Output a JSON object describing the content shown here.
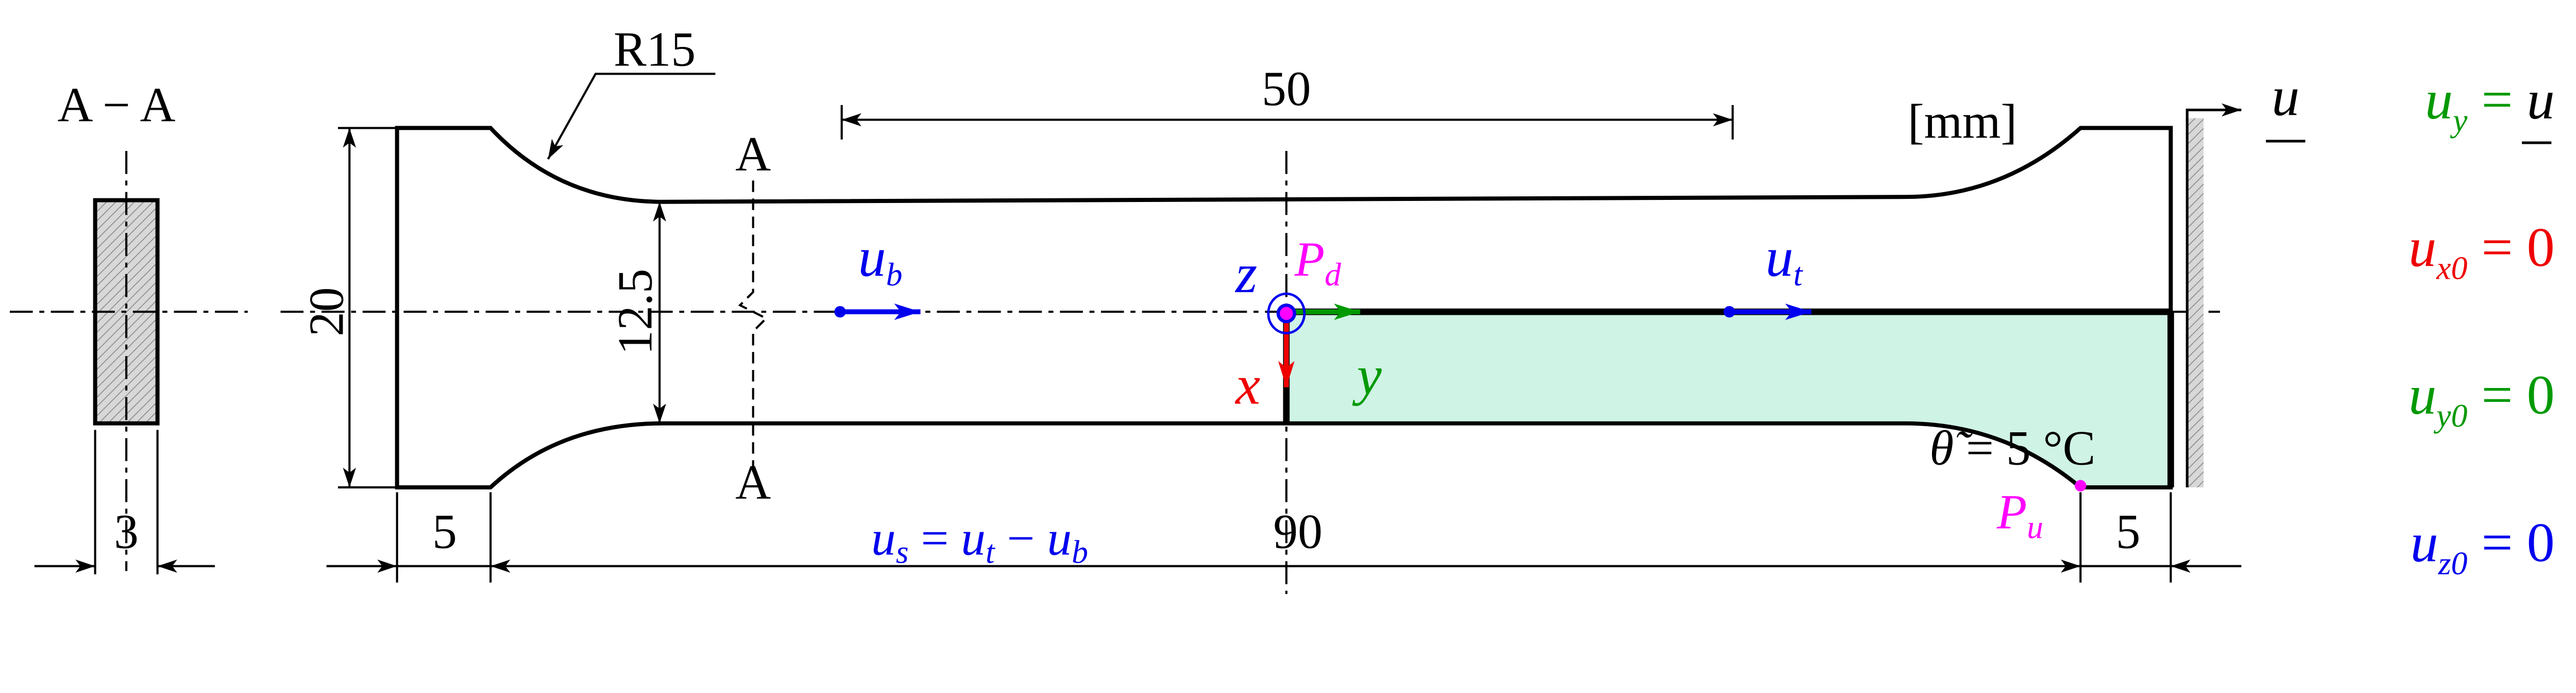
{
  "colors": {
    "fill_region": "#cff3e4",
    "x_axis": "#ee0000",
    "y_axis": "#009900",
    "z_axis": "#0000ee",
    "point": "#ff00ff",
    "blue": "#0000ee"
  },
  "section": {
    "title": "A − A",
    "thickness": "3"
  },
  "dimensions": {
    "width": "20",
    "gauge_width": "12.5",
    "gauge_length": "50",
    "total_length": "90",
    "grip_left": "5",
    "grip_right": "5",
    "radius": "R15",
    "units": "[mm]"
  },
  "section_marks": {
    "top": "A",
    "bottom": "A"
  },
  "axes": {
    "x": "x",
    "y": "y",
    "z": "z"
  },
  "points": {
    "pd": {
      "main": "P",
      "sub": "d"
    },
    "pu": {
      "main": "P",
      "sub": "u"
    }
  },
  "displacements": {
    "ub": {
      "main": "u",
      "sub": "b"
    },
    "ut": {
      "main": "u",
      "sub": "t"
    },
    "us_eq": {
      "lhs": "u",
      "lhs_sub": "s",
      "eq": " = ",
      "a": "u",
      "a_sub": "t",
      "minus": " − ",
      "b": "u",
      "b_sub": "b"
    },
    "applied": "u"
  },
  "temperature": {
    "symbol": "θ̃",
    "eq": " = 5 °C"
  },
  "boundary_conditions": [
    {
      "main": "u",
      "sub": "y",
      "rhs": "u",
      "color": "#009900"
    },
    {
      "main": "u",
      "sub": "x0",
      "rhs": "0",
      "color": "#ee0000"
    },
    {
      "main": "u",
      "sub": "y0",
      "rhs": "0",
      "color": "#009900"
    },
    {
      "main": "u",
      "sub": "z0",
      "rhs": "0",
      "color": "#0000ee"
    }
  ]
}
